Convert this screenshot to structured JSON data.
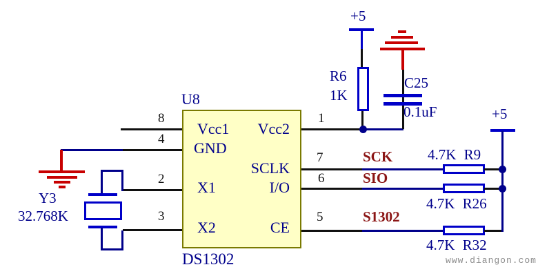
{
  "colors": {
    "wire": "#00008B",
    "component_outline": "#0000C8",
    "power_red": "#C80000",
    "net_label": "#8B1515",
    "ic_fill": "#FFFFC6",
    "ic_border": "#7A7A00",
    "watermark": "#8C8C8C"
  },
  "ic": {
    "refdes": "U8",
    "part_number": "DS1302",
    "pin_labels": {
      "vcc1": "Vcc1",
      "vcc2": "Vcc2",
      "gnd": "GND",
      "sclk": "SCLK",
      "x1": "X1",
      "io": "I/O",
      "x2": "X2",
      "ce": "CE"
    },
    "pin_numbers": {
      "p8": "8",
      "p4": "4",
      "p2": "2",
      "p3": "3",
      "p1": "1",
      "p7": "7",
      "p6": "6",
      "p5": "5"
    }
  },
  "power": {
    "rail_left": "+5",
    "rail_right": "+5"
  },
  "components": {
    "r6": {
      "ref": "R6",
      "value": "1K"
    },
    "c25": {
      "ref": "C25",
      "value": "0.1uF"
    },
    "y3": {
      "ref": "Y3",
      "value": "32.768K"
    },
    "r9": {
      "label": "4.7K R9"
    },
    "r26": {
      "label": "4.7K R26"
    },
    "r32": {
      "label": "4.7K R32"
    }
  },
  "nets": {
    "sck": "SCK",
    "sio": "SIO",
    "s1302": "S1302"
  },
  "watermark": "www.diangon.com"
}
